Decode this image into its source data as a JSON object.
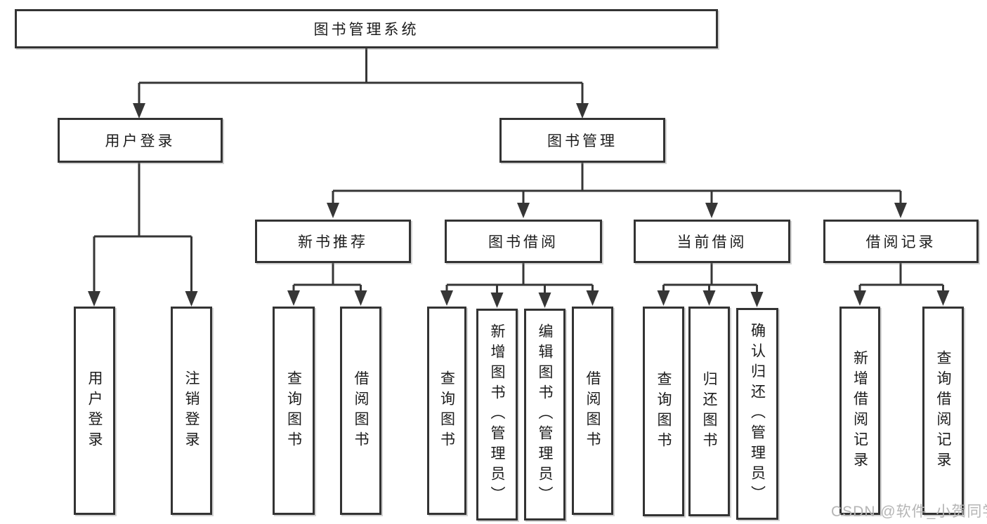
{
  "diagram": {
    "title": "图书管理系统",
    "colors": {
      "line": "#363636",
      "border": "#333333",
      "text": "#1c1c1c",
      "box_bg": "#ffffff",
      "background": "#ffffff",
      "watermark": "#b5b5b5"
    },
    "watermark": "CSDN @软件_小贺同学",
    "nodes": {
      "root": {
        "label": "图书管理系统"
      },
      "user_login_branch": {
        "label": "用户登录"
      },
      "book_management": {
        "label": "图书管理"
      },
      "login": {
        "label": "用户登录"
      },
      "logout": {
        "label": "注销登录"
      },
      "new_book_recommend": {
        "label": "新书推荐"
      },
      "book_borrow": {
        "label": "图书借阅"
      },
      "current_borrow": {
        "label": "当前借阅"
      },
      "borrow_records": {
        "label": "借阅记录"
      },
      "nbr_query_books": {
        "label": "查询图书"
      },
      "nbr_borrow_books": {
        "label": "借阅图书"
      },
      "bb_query_books": {
        "label": "查询图书"
      },
      "bb_add_book_admin": {
        "label": "新增图书（管理员）"
      },
      "bb_edit_book_admin": {
        "label": "编辑图书（管理员）"
      },
      "bb_borrow_books": {
        "label": "借阅图书"
      },
      "cb_query_books": {
        "label": "查询图书"
      },
      "cb_return_books": {
        "label": "归还图书"
      },
      "cb_confirm_return_admin": {
        "label": "确认归还（管理员）"
      },
      "br_add_record": {
        "label": "新增借阅记录"
      },
      "br_query_record": {
        "label": "查询借阅记录"
      }
    }
  }
}
